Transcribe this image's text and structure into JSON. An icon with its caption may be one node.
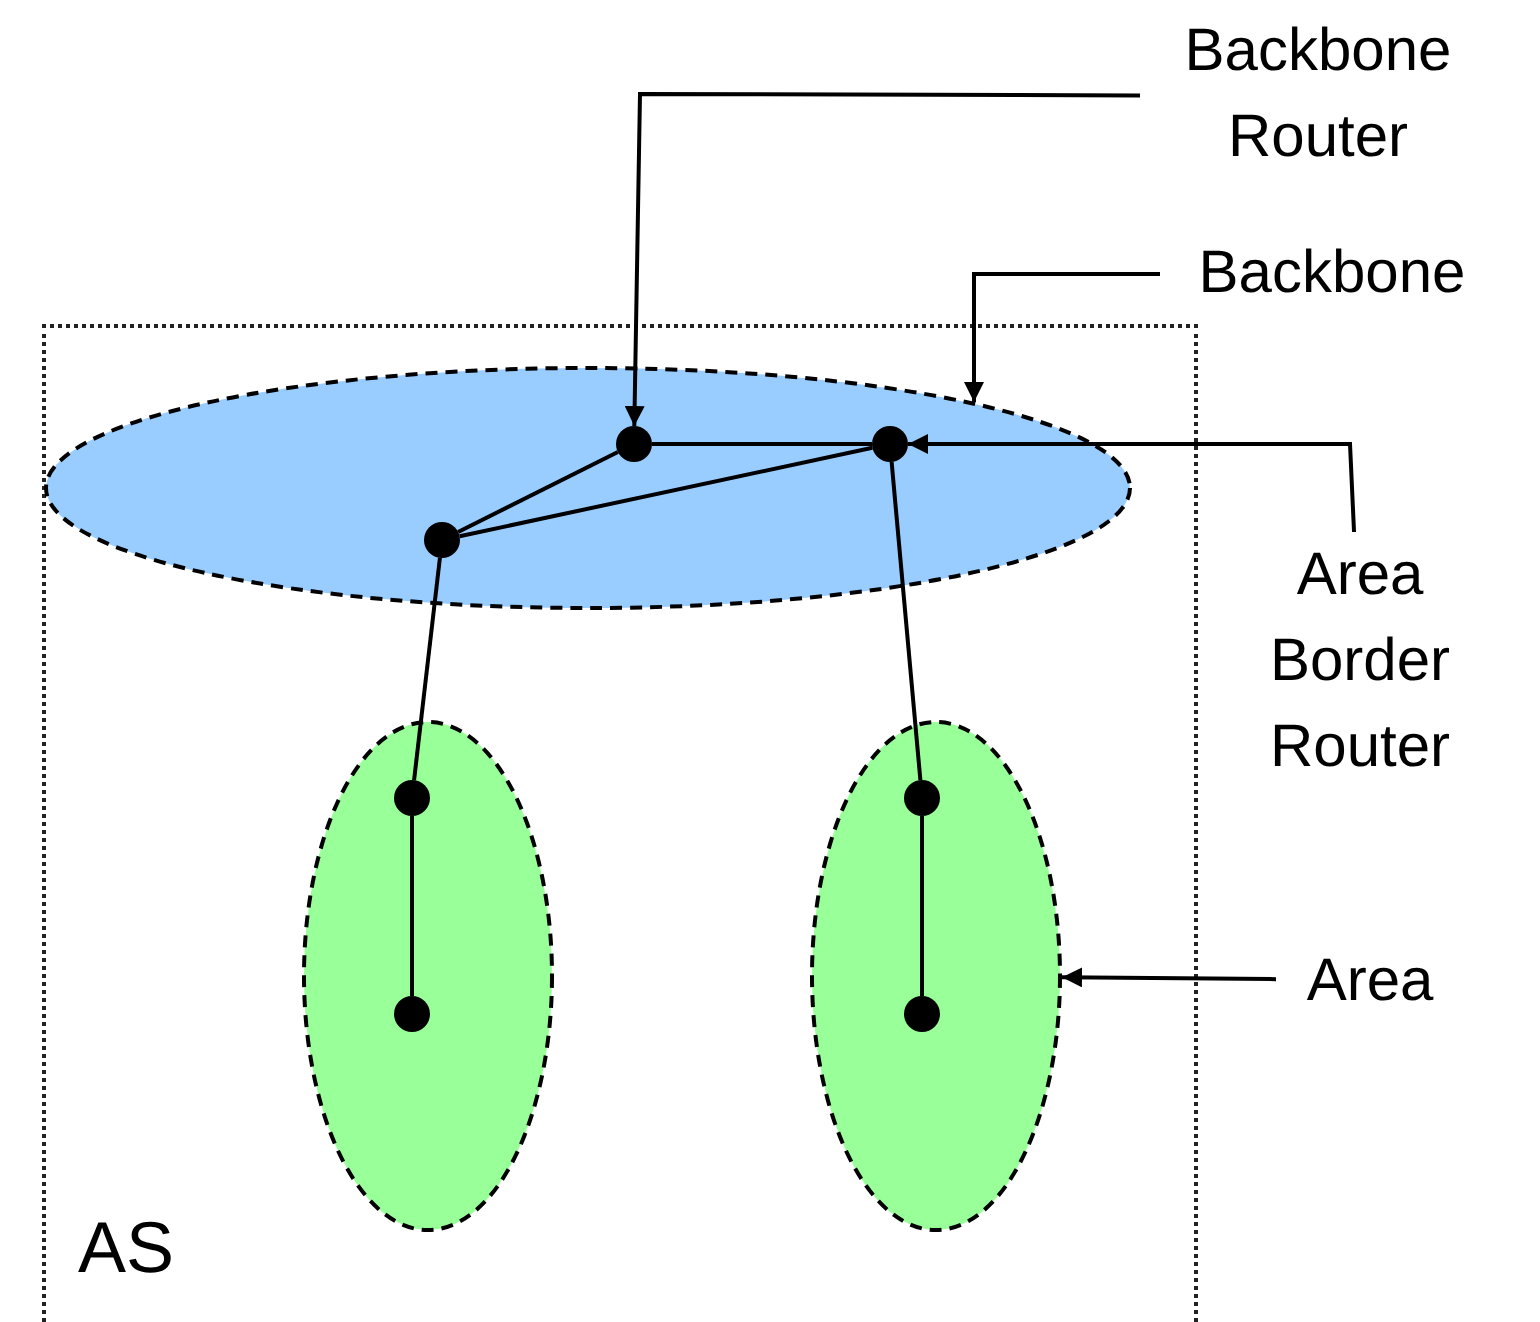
{
  "diagram": {
    "nodes": [
      {
        "text": [
          "Backbone Router"
        ]
      },
      {
        "text": [
          "Backbone"
        ]
      },
      {
        "text": [
          "AS"
        ]
      },
      {
        "text": [],
        "shape": "ellipse",
        "in": 2
      },
      {
        "text": [],
        "shape": "circle",
        "in": 3
      },
      {
        "text": [],
        "shape": "circle",
        "in": 3
      },
      {
        "text": [],
        "shape": "circle",
        "in": 3
      },
      {
        "text": [
          "Area Border Router"
        ]
      },
      {
        "text": [],
        "shape": "ellipse",
        "in": 2
      },
      {
        "text": [],
        "shape": "circle",
        "in": 8
      },
      {
        "text": [],
        "shape": "circle",
        "in": 8
      },
      {
        "text": [],
        "shape": "ellipse",
        "in": 2
      },
      {
        "text": [],
        "shape": "circle",
        "in": 11
      },
      {
        "text": [],
        "shape": "circle",
        "in": 11
      },
      {
        "text": [
          "Area"
        ]
      }
    ],
    "edges": [
      {
        "from": 0,
        "to": 4,
        "arrow": "to"
      },
      {
        "from": 1,
        "to": 3,
        "arrow": "to"
      },
      {
        "from": 7,
        "to": 5,
        "arrow": "to"
      },
      {
        "from": 14,
        "to": 11,
        "arrow": "to"
      },
      {
        "from": 4,
        "to": 5,
        "arrow": "none"
      },
      {
        "from": 4,
        "to": 6,
        "arrow": "none"
      },
      {
        "from": 6,
        "to": 5,
        "arrow": "none"
      },
      {
        "from": 6,
        "to": 9,
        "arrow": "none"
      },
      {
        "from": 9,
        "to": 10,
        "arrow": "none"
      },
      {
        "from": 5,
        "to": 12,
        "arrow": "none"
      },
      {
        "from": 12,
        "to": 13,
        "arrow": "none"
      }
    ]
  }
}
